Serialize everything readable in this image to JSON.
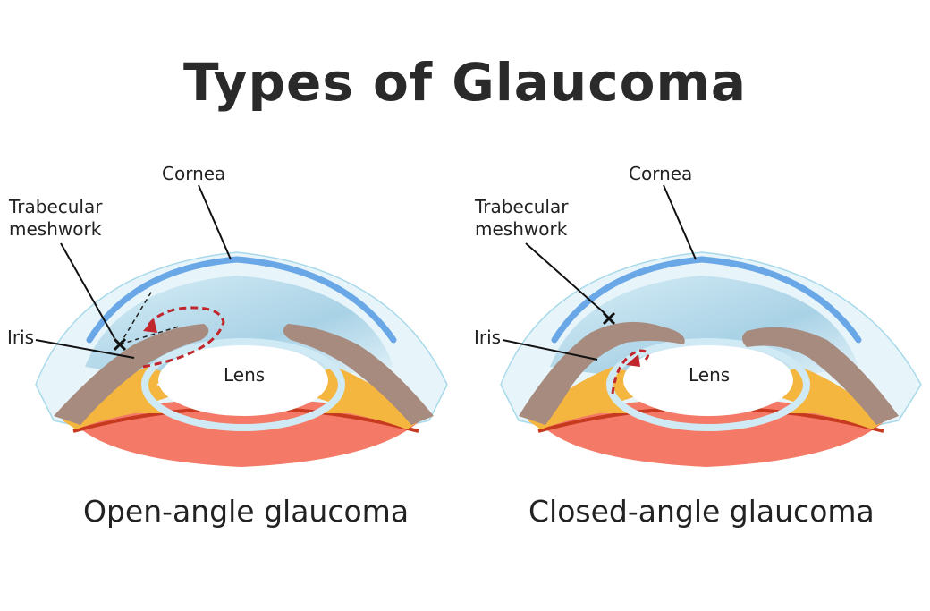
{
  "title": "Types of Glaucoma",
  "panels": [
    {
      "caption": "Open-angle glaucoma",
      "labels": {
        "cornea": "Cornea",
        "trabecular_1": "Trabecular",
        "trabecular_2": "meshwork",
        "iris": "Iris",
        "lens": "Lens"
      }
    },
    {
      "caption": "Closed-angle glaucoma",
      "labels": {
        "cornea": "Cornea",
        "trabecular_1": "Trabecular",
        "trabecular_2": "meshwork",
        "iris": "Iris",
        "lens": "Lens"
      }
    }
  ],
  "colors": {
    "cornea_line": "#6aa7e6",
    "anterior_chamber": "#bfe0ee",
    "iris": "#a88b7f",
    "ciliary": "#f5b640",
    "retina": "#f47a67",
    "retina_edge": "#c83a1f",
    "lens": "#ffffff",
    "arrow": "#c0262c"
  }
}
